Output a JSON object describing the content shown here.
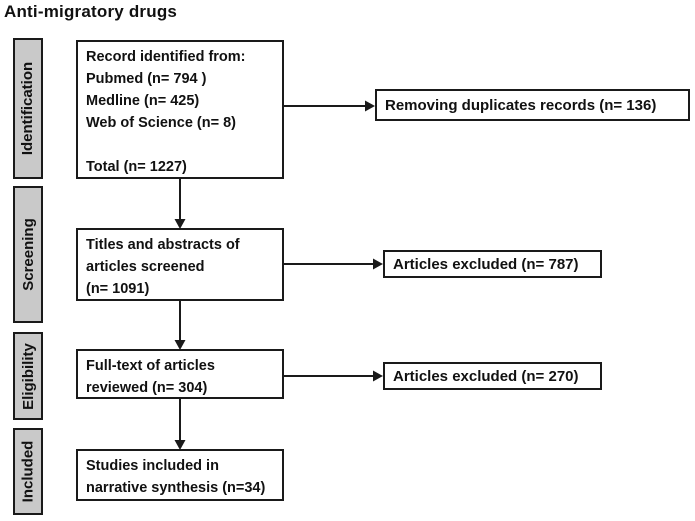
{
  "title": "Anti-migratory drugs",
  "stages": [
    {
      "label": "Identification"
    },
    {
      "label": "Screening"
    },
    {
      "label": "Eligibility"
    },
    {
      "label": "Included"
    }
  ],
  "boxes": {
    "records": {
      "lines": [
        "Record identified from:",
        "Pubmed (n= 794 )",
        "Medline (n= 425)",
        "Web of Science (n= 8)",
        "",
        "Total (n= 1227)"
      ]
    },
    "screened": {
      "lines": [
        "Titles and abstracts of",
        "articles screened",
        "(n= 1091)"
      ]
    },
    "fulltext": {
      "lines": [
        "Full-text of articles",
        "reviewed (n= 304)"
      ]
    },
    "included": {
      "lines": [
        "Studies included in",
        "narrative synthesis (n=34)"
      ]
    },
    "duplicates": {
      "text": "Removing duplicates records (n= 136)"
    },
    "excluded787": {
      "text": "Articles excluded (n= 787)"
    },
    "excluded270": {
      "text": "Articles excluded (n= 270)"
    }
  },
  "colors": {
    "stage_fill": "#c9c9c9",
    "line": "#1a1a1a",
    "background": "#ffffff",
    "text": "#111111"
  }
}
